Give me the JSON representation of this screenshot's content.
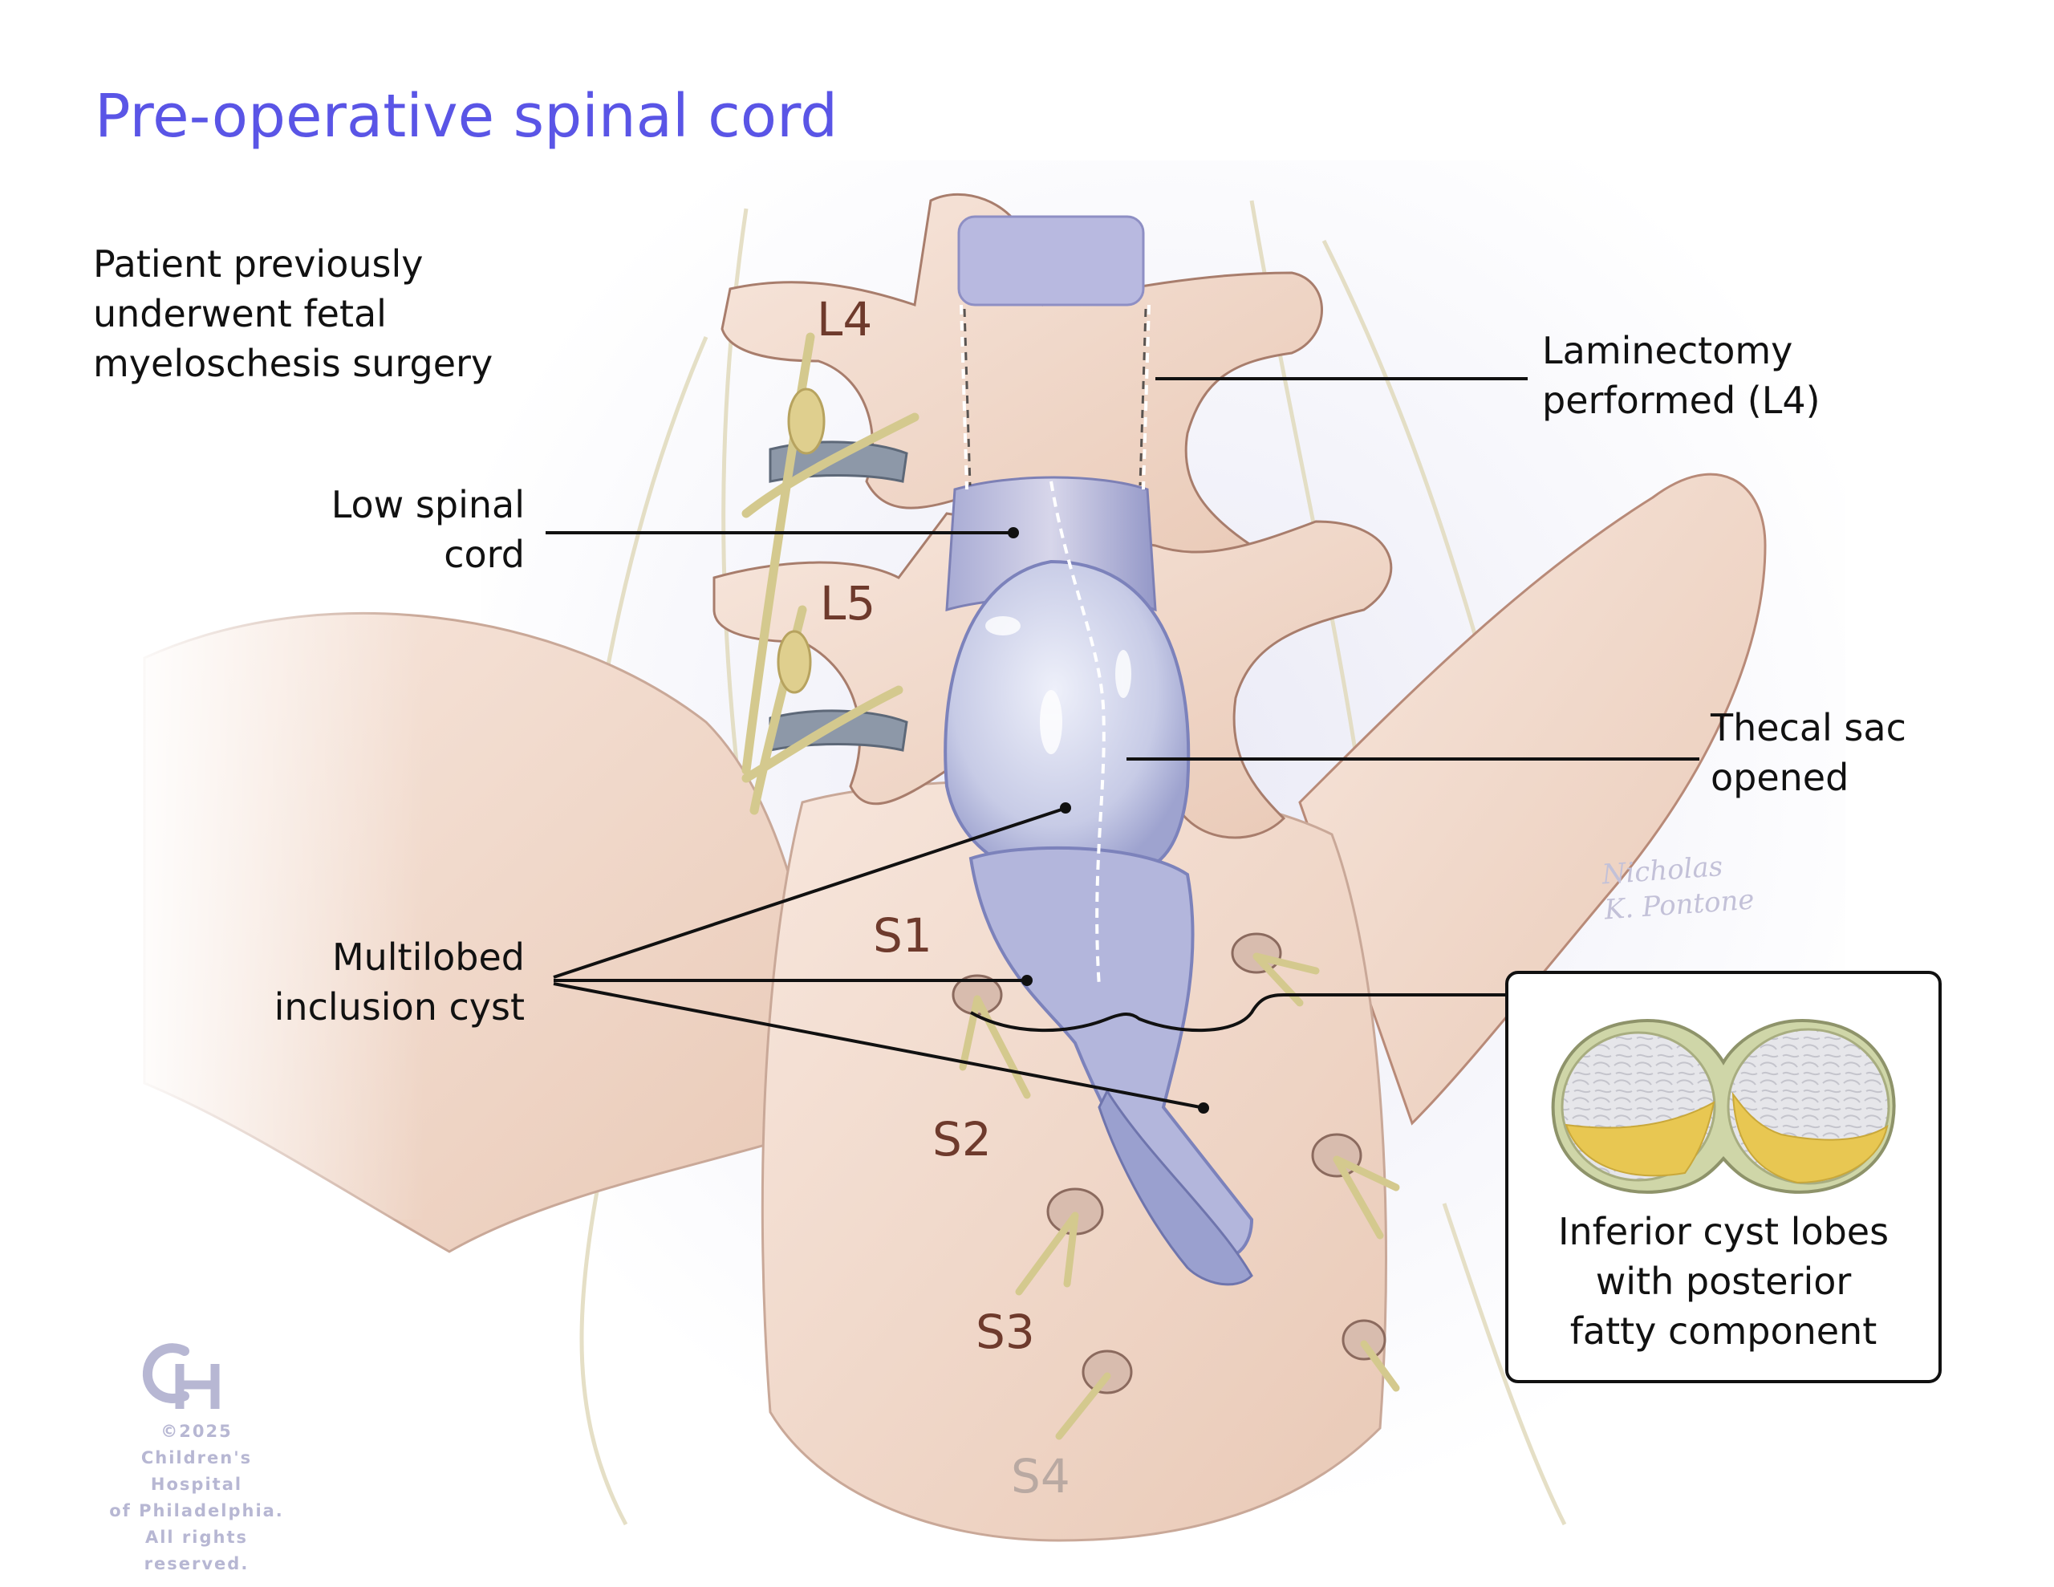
{
  "title": "Pre-operative spinal cord",
  "note": "Patient previously\nunderwent fetal\nmyeloschesis surgery",
  "labels": {
    "laminectomy": "Laminectomy\nperformed (L4)",
    "low_cord": "Low spinal\ncord",
    "thecal_sac": "Thecal sac\nopened",
    "cyst": "Multilobed\ninclusion cyst",
    "inset_caption": "Inferior cyst lobes\nwith posterior\nfatty component"
  },
  "vertebrae": [
    "L4",
    "L5",
    "S1",
    "S2",
    "S3",
    "S4"
  ],
  "copyright": "©2025\nChildren's Hospital\nof Philadelphia.\nAll rights reserved.",
  "signature": "Nicholas\nK. Pontone",
  "colors": {
    "title": "#5a55e6",
    "bone": "#f1d8ca",
    "nerve": "#dcd2a0",
    "cyst": "#c9cbe6",
    "fat": "#e8c752",
    "logo": "#b7b7d3"
  }
}
